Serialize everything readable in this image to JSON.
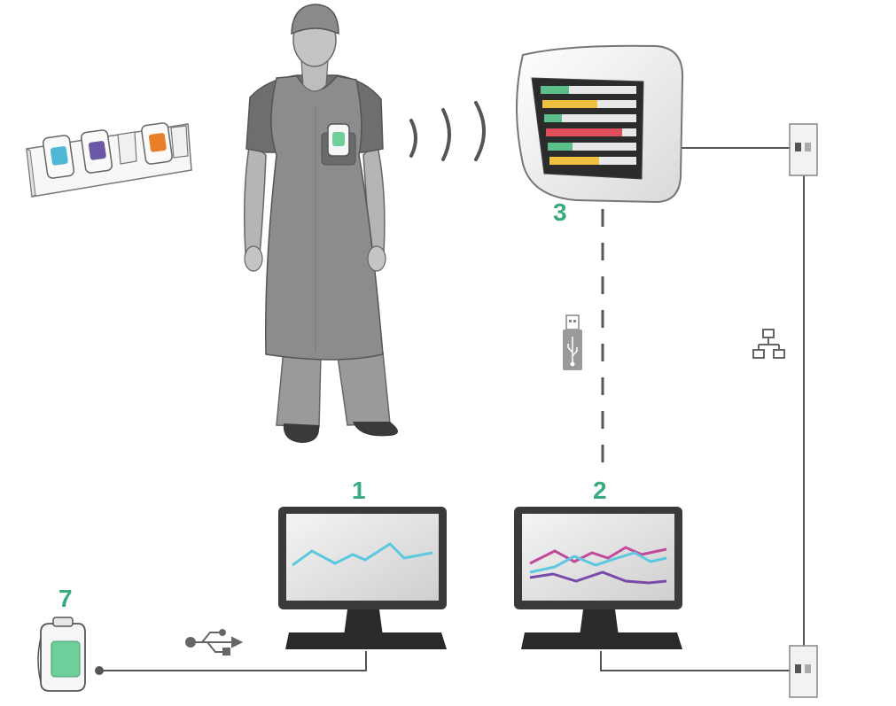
{
  "diagram": {
    "labels": {
      "workstation_1": "1",
      "workstation_2": "2",
      "display_unit": "3",
      "dosimeter_reader": "7"
    },
    "icons": {
      "usb_stick": "usb-stick-icon",
      "usb_symbol": "usb-symbol-icon",
      "network": "network-icon",
      "wireless": "wireless-waves-icon"
    },
    "badge_colors": [
      "#4fb8d6",
      "#6a57a8",
      "#e8802a"
    ],
    "colors": {
      "accent": "#3aaa7e",
      "cable": "#555555",
      "chart_blue": "#5cc8e0",
      "chart_pink": "#c04a9a",
      "chart_purple": "#7a4aa8"
    }
  }
}
